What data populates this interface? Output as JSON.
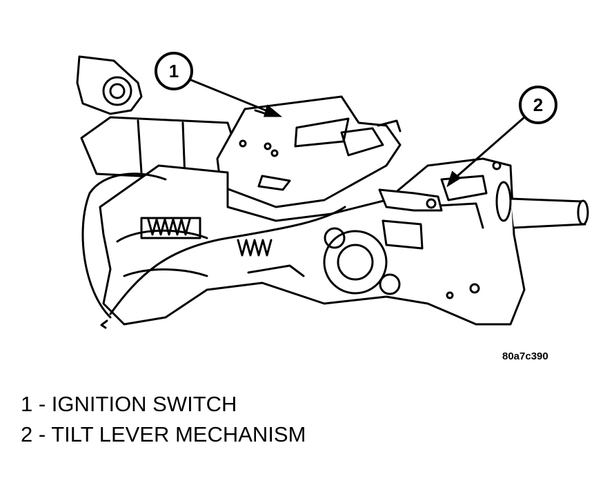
{
  "figure": {
    "id": "80a7c390",
    "callouts": [
      {
        "number": "1",
        "target": "ignition-switch"
      },
      {
        "number": "2",
        "target": "tilt-lever-mechanism"
      }
    ]
  },
  "legend": {
    "items": [
      {
        "text": "1 - IGNITION SWITCH"
      },
      {
        "text": "2 - TILT LEVER MECHANISM"
      }
    ]
  }
}
